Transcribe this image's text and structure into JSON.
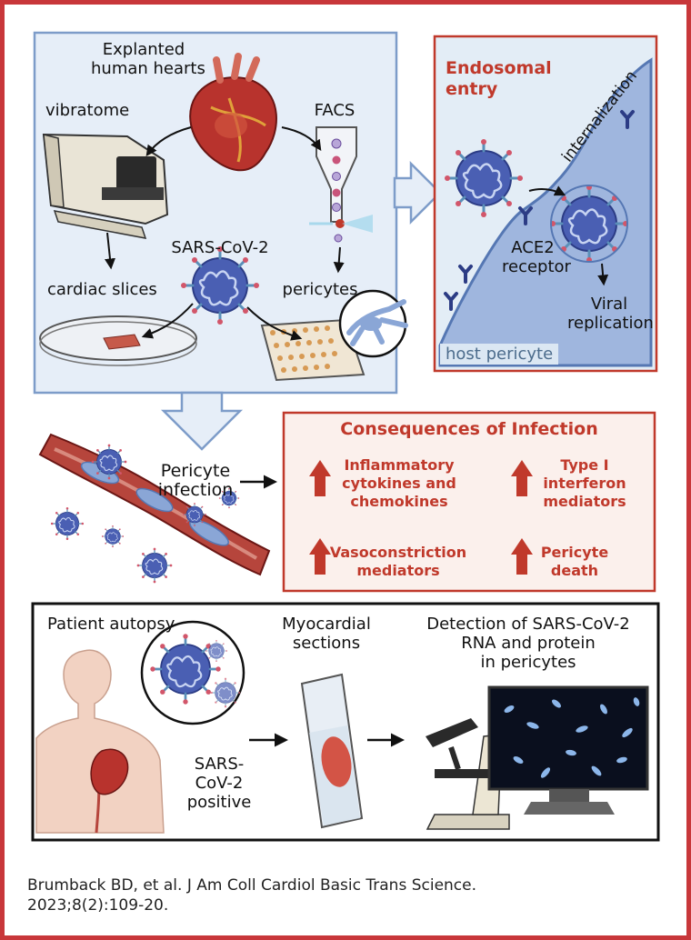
{
  "top_panel": {
    "hearts_label": "Explanted\nhuman hearts",
    "vibratome_label": "vibratome",
    "facs_label": "FACS",
    "virus_label": "SARS-CoV-2",
    "slices_label": "cardiac slices",
    "pericytes_label": "pericytes"
  },
  "endosomal_panel": {
    "title": "Endosomal\nentry",
    "internalization_label": "internalization",
    "receptor_label": "ACE2\nreceptor",
    "replication_label": "Viral\nreplication",
    "host_label": "host pericyte"
  },
  "infection": {
    "label": "Pericyte\ninfection"
  },
  "consequences": {
    "title": "Consequences of Infection",
    "items": [
      "Inflammatory\ncytokines and\nchemokines",
      "Type I\ninterferon\nmediators",
      "Vasoconstriction\nmediators",
      "Pericyte\ndeath"
    ]
  },
  "autopsy_panel": {
    "autopsy_label": "Patient autopsy",
    "positive_label": "SARS-\nCoV-2\npositive",
    "sections_label": "Myocardial\nsections",
    "detection_label": "Detection of SARS-CoV-2\nRNA and protein\nin pericytes"
  },
  "citation": "Brumback BD, et al. J Am Coll Cardiol Basic Trans Science.\n2023;8(2):109-20.",
  "colors": {
    "frame_red": "#c8373a",
    "accent_red": "#c0392b",
    "panel_blue": "#e6eef8",
    "panel_blue_border": "#7d9cc9",
    "virus_blue": "#3b4f9c",
    "cell_blue": "#8aa6d6"
  }
}
